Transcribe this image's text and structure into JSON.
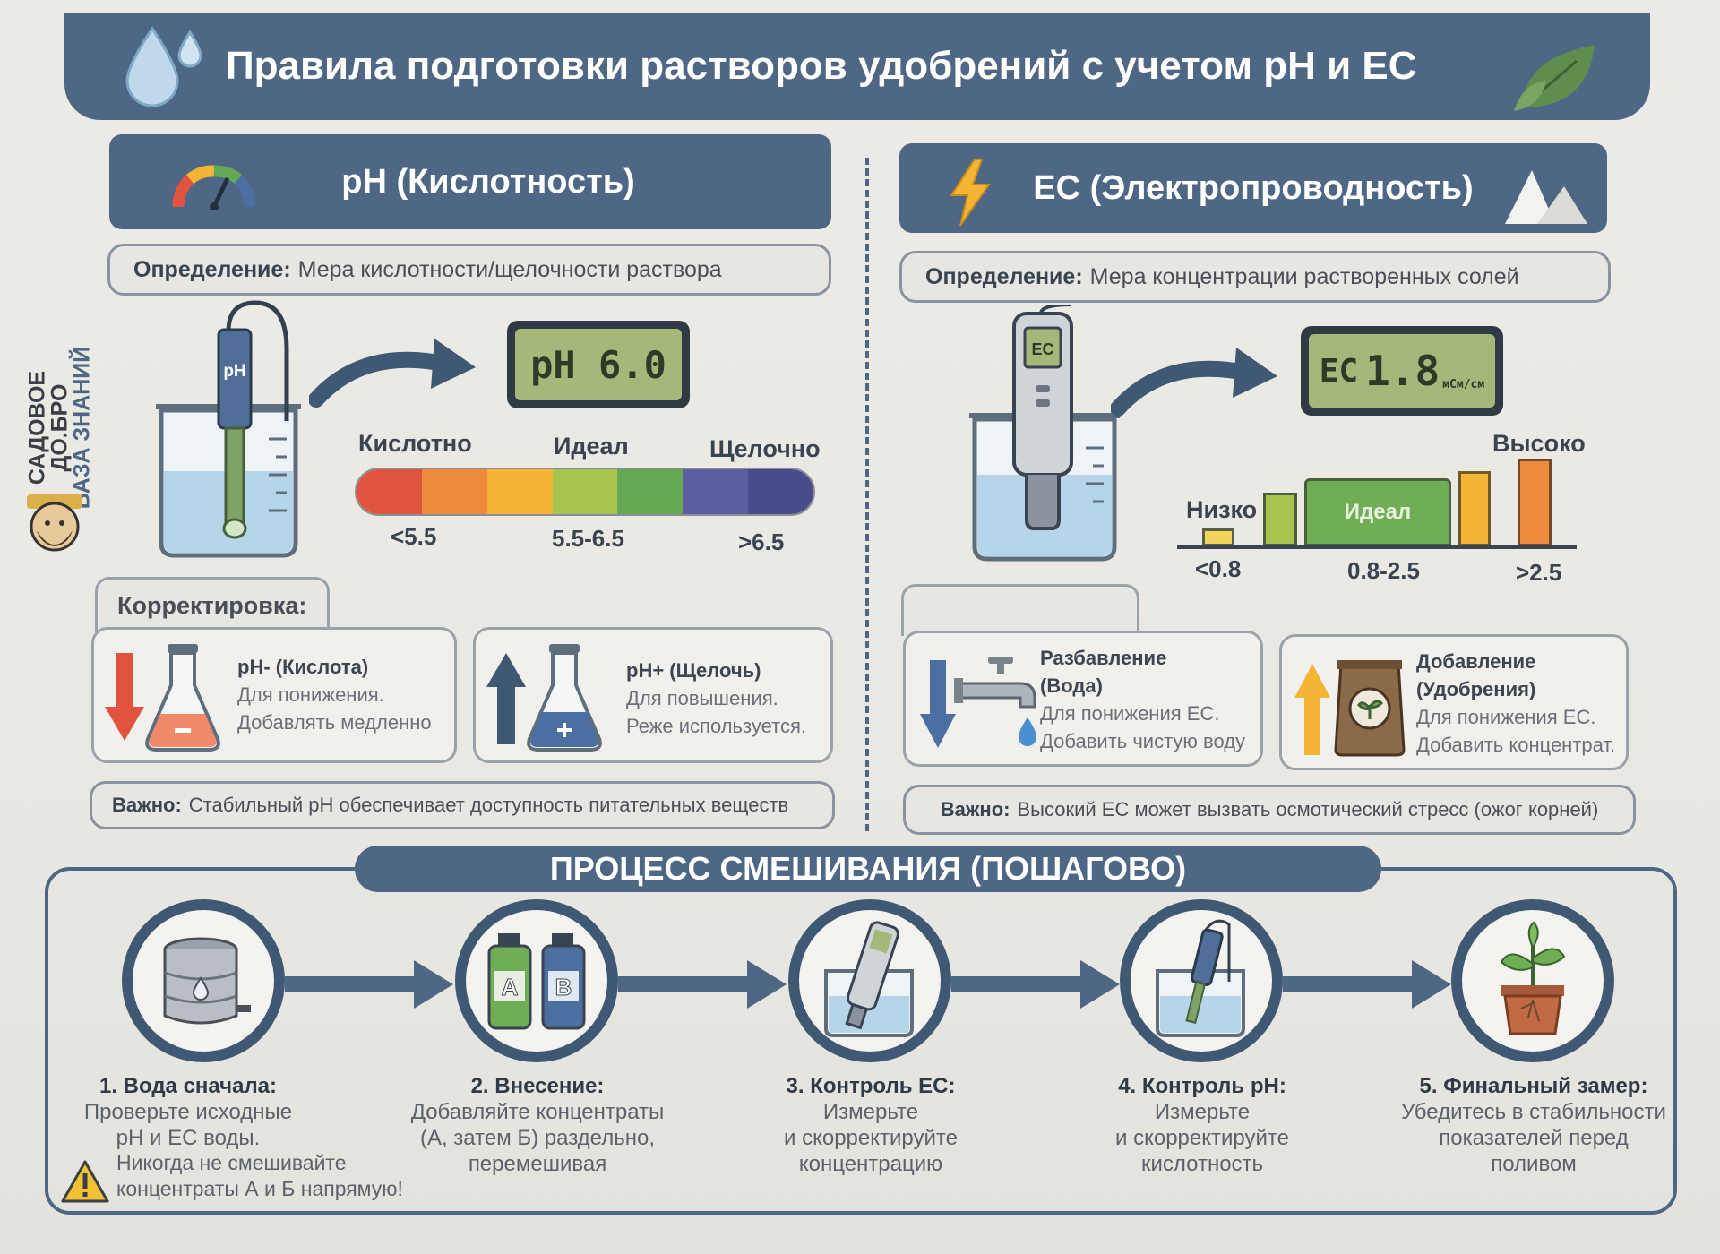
{
  "title": "Правила подготовки растворов удобрений с учетом pH и EC",
  "brand": {
    "line1": "САДОВОЕ",
    "line2": "ДО.БРО",
    "line3": "БАЗА ЗНАНИЙ"
  },
  "ph": {
    "header": "pH (Кислотность)",
    "definition_label": "Определение:",
    "definition_text": "Мера кислотности/щелочности раствора",
    "meter_label": "pH",
    "display": "pH 6.0",
    "scale_labels": [
      "Кислотно",
      "Идеал",
      "Щелочно"
    ],
    "scale_ticks": [
      "<5.5",
      "5.5-6.5",
      ">6.5"
    ],
    "scale_colors": [
      "#e0533f",
      "#ef8a3a",
      "#f3b533",
      "#a8c450",
      "#64a853",
      "#5b5da0",
      "#4a4b8a"
    ],
    "correction_title": "Корректировка:",
    "corr_minus": {
      "title": "pH- (Кислота)",
      "line1": "Для понижения.",
      "line2": "Добавлять медленно"
    },
    "corr_plus": {
      "title": "pH+ (Щелочь)",
      "line1": "Для повышения.",
      "line2": "Реже используется."
    },
    "important_label": "Важно:",
    "important_text": "Стабильный pH обеспечивает доступность питательных веществ"
  },
  "ec": {
    "header": "EC (Электропроводность)",
    "definition_label": "Определение:",
    "definition_text": "Мера концентрации растворенных солей",
    "meter_label": "EC",
    "display_prefix": "EC",
    "display_value": "1.8",
    "display_unit": "мСм/см",
    "chart_labels": {
      "low": "Низко",
      "ideal": "Идеал",
      "high": "Высоко"
    },
    "chart_ticks": [
      "<0.8",
      "0.8-2.5",
      ">2.5"
    ],
    "dilute": {
      "title": "Разбавление",
      "subtitle": "(Вода)",
      "line1": "Для понижения EC.",
      "line2": "Добавить чистую воду"
    },
    "add": {
      "title": "Добавление",
      "subtitle": "(Удобрения)",
      "line1": "Для понижения EC.",
      "line2": "Добавить концентрат."
    },
    "important_label": "Важно:",
    "important_text": "Высокий EC может вызвать осмотический стресс (ожог корней)"
  },
  "process": {
    "title": "ПРОЦЕСС СМЕШИВАНИЯ (ПОШАГОВО)",
    "steps": [
      {
        "title": "1. Вода сначала:",
        "lines": [
          "Проверьте исходные",
          "pH и EC воды."
        ]
      },
      {
        "title": "2. Внесение:",
        "lines": [
          "Добавляйте концентраты",
          "(А, затем Б) раздельно,",
          "перемешивая"
        ]
      },
      {
        "title": "3. Контроль EC:",
        "lines": [
          "Измерьте",
          "и скорректируйте",
          "концентрацию"
        ]
      },
      {
        "title": "4. Контроль pH:",
        "lines": [
          "Измерьте",
          "и скорректируйте",
          "кислотность"
        ]
      },
      {
        "title": "5. Финальный замер:",
        "lines": [
          "Убедитесь в стабильности",
          "показателей перед",
          "поливом"
        ]
      }
    ],
    "bottle_a": "А",
    "bottle_b": "В",
    "warning_line1": "Никогда не смешивайте",
    "warning_line2": "концентраты А и Б напрямую!"
  },
  "colors": {
    "navy": "#4e6784",
    "dark_navy": "#3f5873",
    "lcd": "#a6b77a"
  }
}
